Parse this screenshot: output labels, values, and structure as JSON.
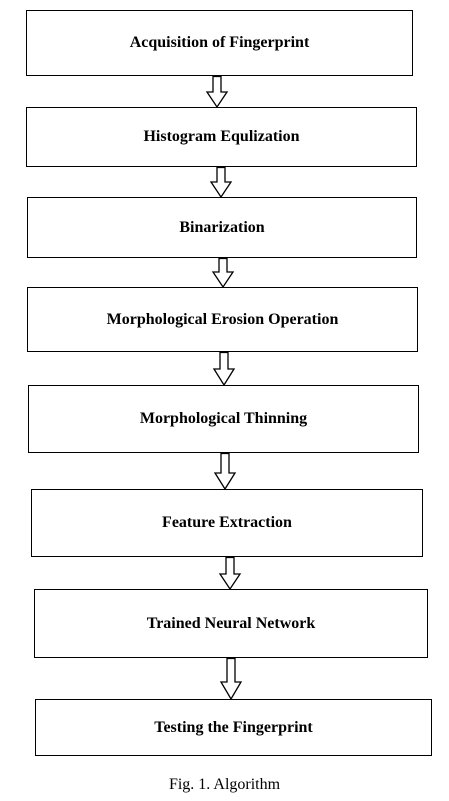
{
  "diagram": {
    "steps": [
      "Acquisition of Fingerprint",
      "Histogram Equlization",
      "Binarization",
      "Morphological Erosion Operation",
      "Morphological Thinning",
      "Feature Extraction",
      "Trained Neural Network",
      "Testing the Fingerprint"
    ],
    "caption": "Fig. 1. Algorithm"
  }
}
